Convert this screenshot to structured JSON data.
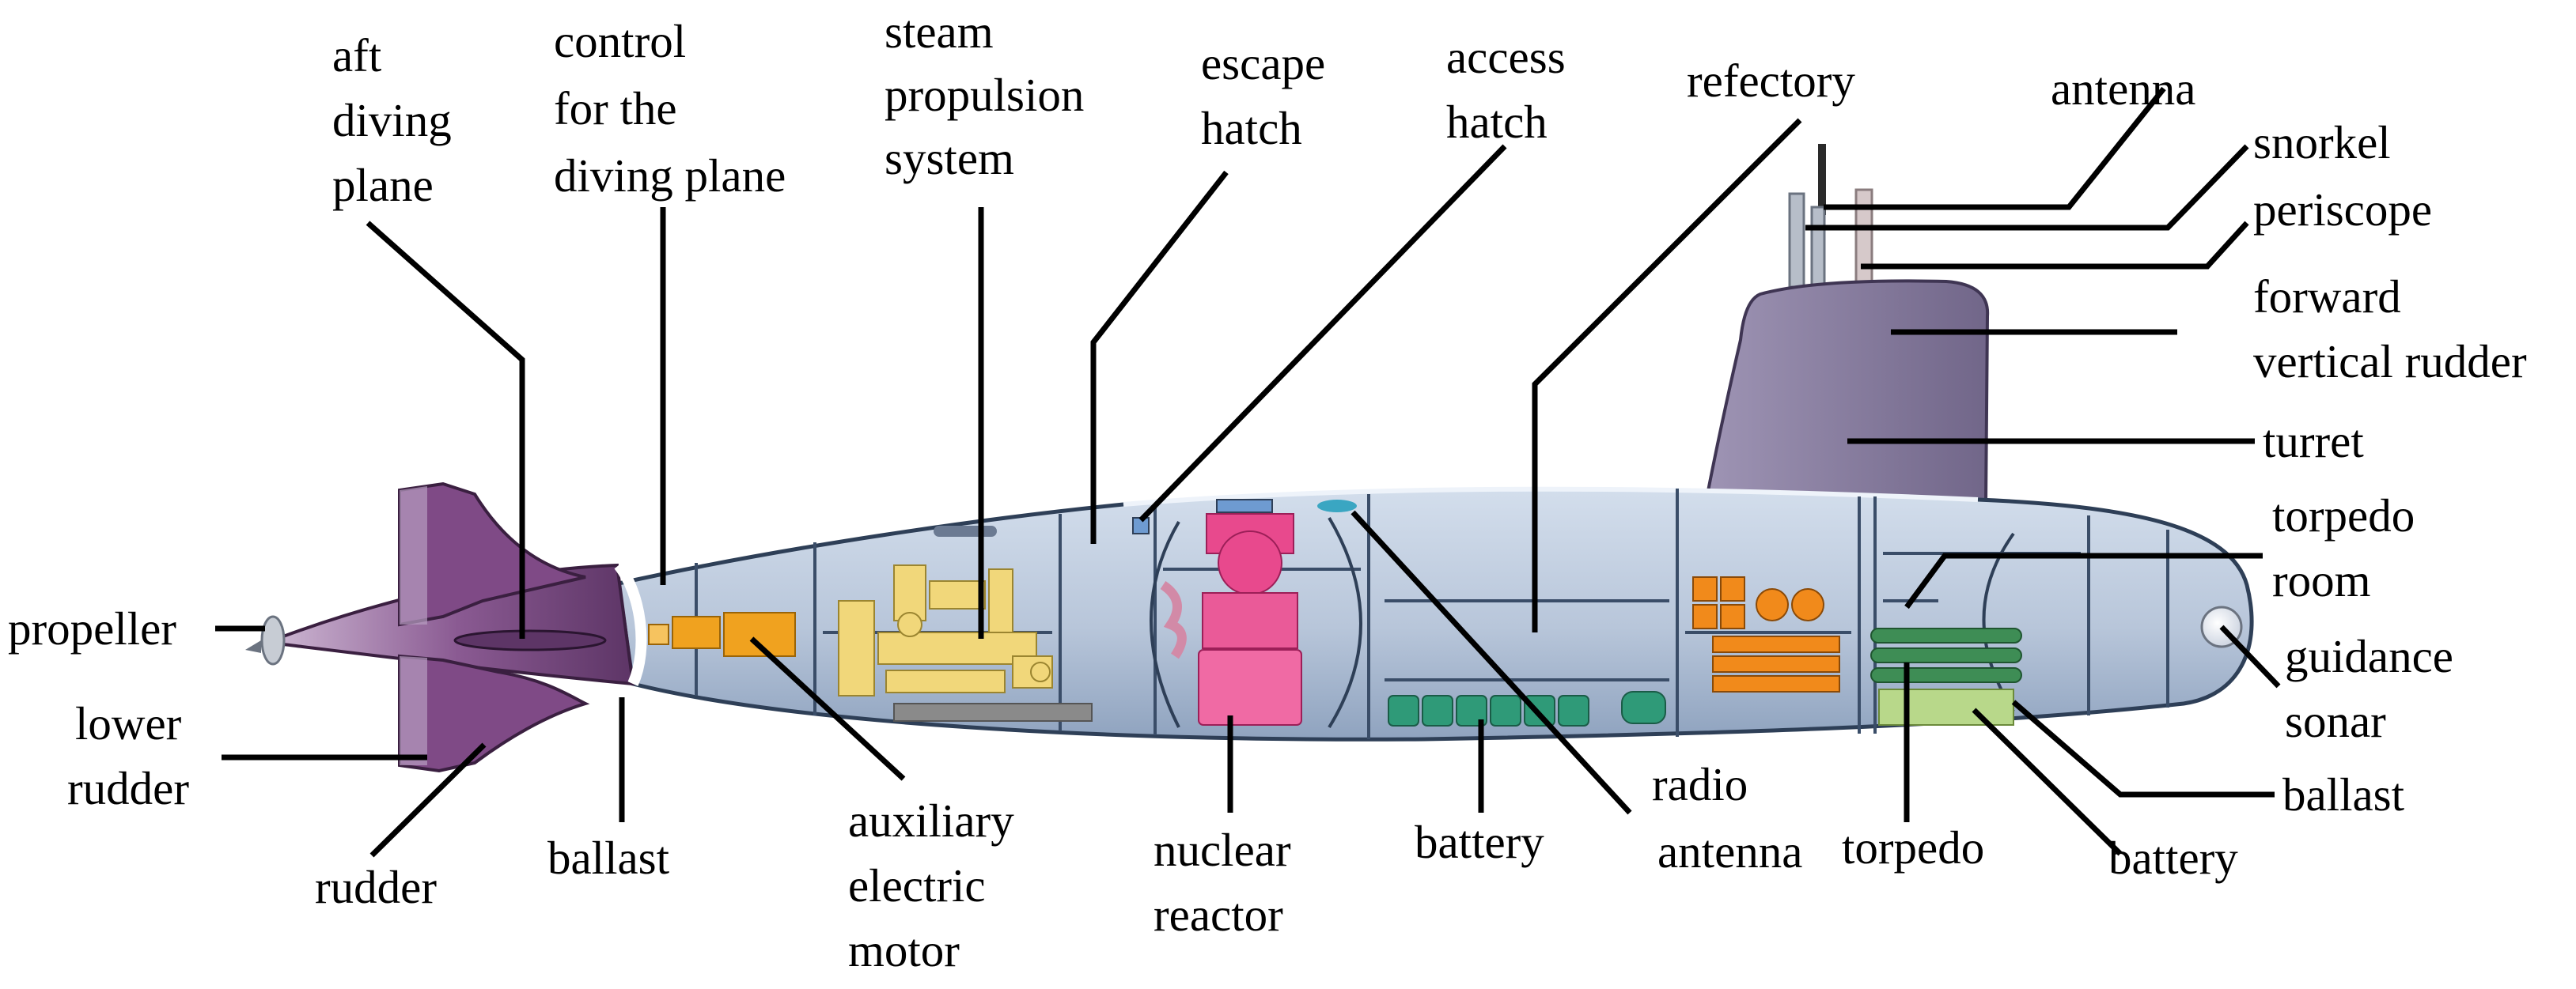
{
  "colors": {
    "hull": "#b8c6da",
    "hull_dark": "#8fa3bf",
    "hull_outline": "#2e3f57",
    "tail": "#7f4a86",
    "tail_dark": "#4f2a55",
    "turret": "#8a7fa0",
    "reactor": "#e8498d",
    "propulsion": "#f1d77a",
    "motor": "#f0a21f",
    "battery": "#2f9a78",
    "torpedo": "#3e8d55",
    "torpedo_tubes": "#b8d88a",
    "refectory_equipment": "#f18a1b",
    "leader": "#000000"
  },
  "labels": {
    "aft_diving_plane": [
      "aft",
      "diving",
      "plane"
    ],
    "control_diving_plane": [
      "control",
      "for the",
      "diving plane"
    ],
    "steam_propulsion": [
      "steam",
      "propulsion",
      "system"
    ],
    "escape_hatch": [
      "escape",
      "hatch"
    ],
    "access_hatch": [
      "access",
      "hatch"
    ],
    "refectory": [
      "refectory"
    ],
    "antenna": [
      "antenna"
    ],
    "snorkel": [
      "snorkel"
    ],
    "periscope": [
      "periscope"
    ],
    "forward_vertical_rudder": [
      "forward",
      "vertical rudder"
    ],
    "turret": [
      "turret"
    ],
    "torpedo_room": [
      "torpedo",
      "room"
    ],
    "guidance_sonar": [
      "guidance",
      "sonar"
    ],
    "ballast_fwd": [
      "ballast"
    ],
    "battery_fwd": [
      "battery"
    ],
    "torpedo": [
      "torpedo"
    ],
    "radio_antenna": [
      "radio",
      "antenna"
    ],
    "battery_mid": [
      "battery"
    ],
    "nuclear_reactor": [
      "nuclear",
      "reactor"
    ],
    "auxiliary_motor": [
      "auxiliary",
      "electric",
      "motor"
    ],
    "ballast_aft": [
      "ballast"
    ],
    "rudder": [
      "rudder"
    ],
    "lower_rudder": [
      "lower",
      "rudder"
    ],
    "propeller": [
      "propeller"
    ]
  }
}
